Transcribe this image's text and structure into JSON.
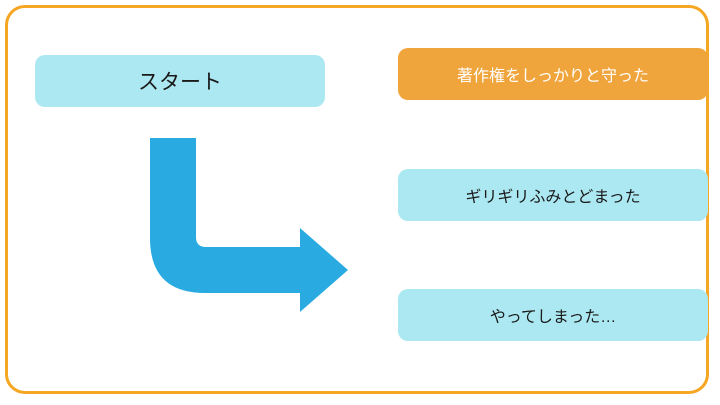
{
  "diagram": {
    "start": {
      "label": "スタート"
    },
    "outcomes": [
      {
        "label": "著作権をしっかりと守った",
        "style": "orange"
      },
      {
        "label": "ギリギリふみとどまった",
        "style": "cyan"
      },
      {
        "label": "やってしまった…",
        "style": "cyan"
      }
    ],
    "colors": {
      "border": "#F5A623",
      "cyan_box": "#ACE8F1",
      "orange_box": "#F0A43C",
      "arrow": "#29ABE2",
      "text_dark": "#1a1a1a",
      "text_light": "#FFFFFF"
    }
  }
}
